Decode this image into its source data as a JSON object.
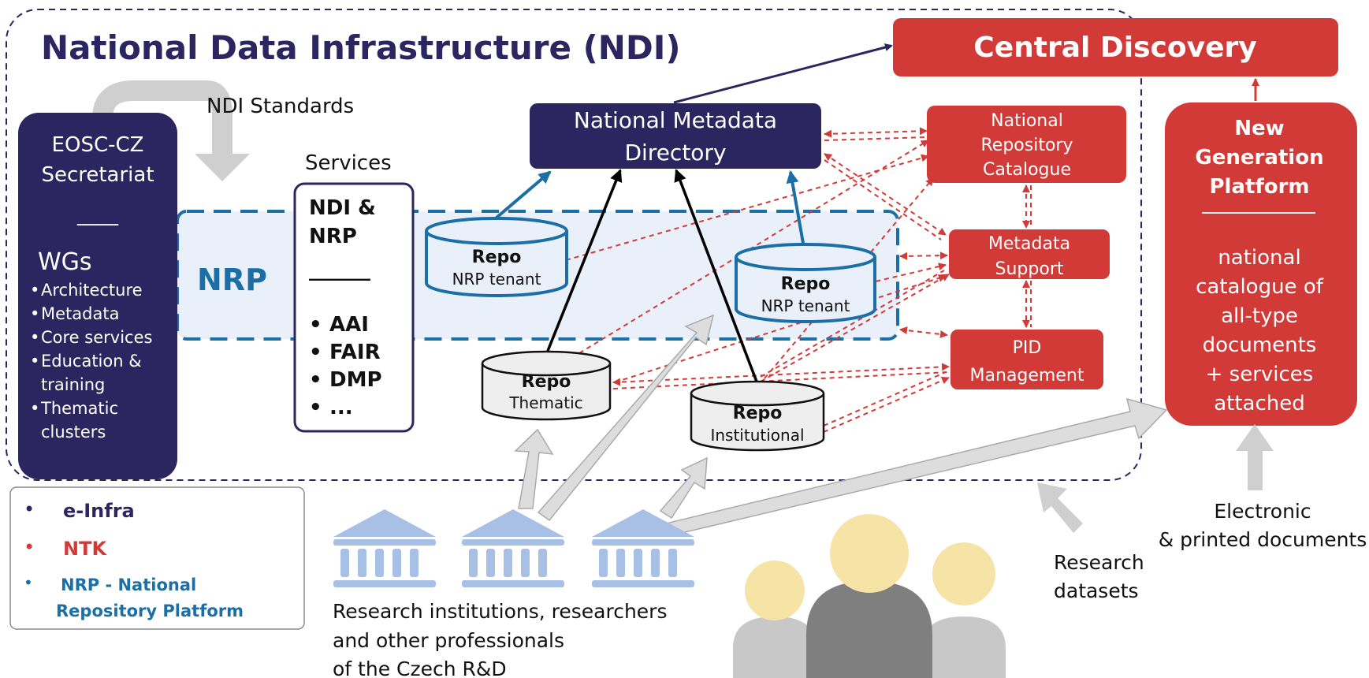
{
  "title": "National Data Infrastructure (NDI)",
  "central_discovery": "Central Discovery",
  "ndi_standards": "NDI Standards",
  "eosc": {
    "title_line1": "EOSC-CZ",
    "title_line2": "Secretariat",
    "divider": "____",
    "wgs": "WGs",
    "items": [
      "Architecture",
      "Metadata",
      "Core services",
      "Education &",
      "training",
      "Thematic",
      "clusters"
    ]
  },
  "nrp_label": "NRP",
  "services": {
    "heading": "Services",
    "line1": "NDI &",
    "line2": "NRP",
    "divider": "______",
    "items": [
      "AAI",
      "FAIR",
      "DMP",
      "..."
    ]
  },
  "nmd": {
    "line1": "National Metadata",
    "line2": "Directory"
  },
  "repos": {
    "nrp1": {
      "title": "Repo",
      "sub": "NRP tenant"
    },
    "nrp2": {
      "title": "Repo",
      "sub": "NRP tenant"
    },
    "thematic": {
      "title": "Repo",
      "sub": "Thematic"
    },
    "institutional": {
      "title": "Repo",
      "sub": "Institutional"
    }
  },
  "nrc": {
    "line1": "National",
    "line2": "Repository",
    "line3": "Catalogue"
  },
  "metadata_support": {
    "line1": "Metadata",
    "line2": "Support"
  },
  "pid": {
    "line1": "PID",
    "line2": "Management"
  },
  "ngp": {
    "title": [
      "New",
      "Generation",
      "Platform"
    ],
    "body": [
      "national",
      "catalogue of",
      "all-type",
      "documents",
      "+ services",
      "attached"
    ]
  },
  "legend": [
    {
      "bullet": "•",
      "label": "e-Infra",
      "color": "#2b2560"
    },
    {
      "bullet": "•",
      "label": "NTK",
      "color": "#d23a38"
    },
    {
      "bullet": "•",
      "label_line1": "NRP - National",
      "label_line2": "Repository Platform",
      "color": "#1b6fa6"
    }
  ],
  "research_institutions": [
    "Research institutions, researchers",
    "and other professionals",
    "of the Czech R&D"
  ],
  "research_datasets": [
    "Research",
    "datasets"
  ],
  "electronic_docs": [
    "Electronic",
    "& printed documents"
  ],
  "colors": {
    "navy": "#2b2560",
    "red": "#d23a38",
    "blue": "#1b6fa6",
    "light_blue": "#a9c0e6",
    "grey": "#cfcfcf"
  }
}
